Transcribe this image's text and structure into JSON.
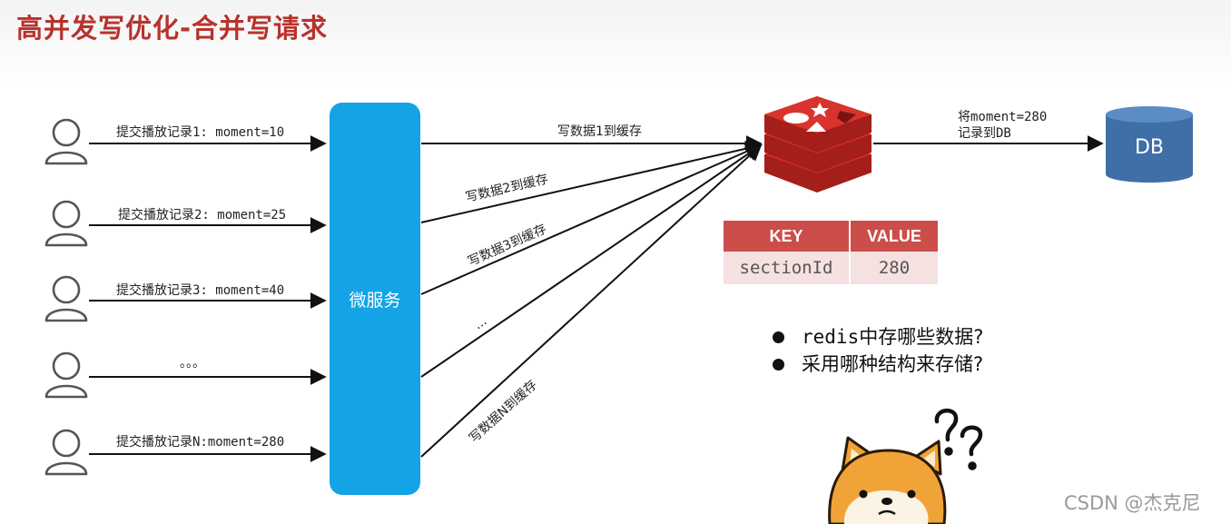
{
  "title": "高并发写优化-合并写请求",
  "users": [
    {
      "label": "提交播放记录1: moment=10"
    },
    {
      "label": "提交播放记录2: moment=25"
    },
    {
      "label": "提交播放记录3: moment=40"
    },
    {
      "label": "。。。"
    },
    {
      "label": "提交播放记录N:moment=280"
    }
  ],
  "service": {
    "label": "微服务"
  },
  "cache_writes": [
    {
      "label": "写数据1到缓存"
    },
    {
      "label": "写数据2到缓存"
    },
    {
      "label": "写数据3到缓存"
    },
    {
      "label": "..."
    },
    {
      "label": "写数据N到缓存"
    }
  ],
  "db_edge": {
    "line1": "将moment=280",
    "line2": "记录到DB"
  },
  "db": {
    "label": "DB"
  },
  "kv_table": {
    "headers": [
      "KEY",
      "VALUE"
    ],
    "row": [
      "sectionId",
      "280"
    ]
  },
  "questions": [
    {
      "mono": "redis",
      "text": "中存哪些数据?"
    },
    {
      "mono": "",
      "text": "采用哪种结构来存储?"
    }
  ],
  "watermark": "CSDN @杰克尼",
  "colors": {
    "title": "#b8322d",
    "service": "#13a3e6",
    "redis": "#d62c26",
    "db": "#3f6fa6",
    "table_header": "#cb4e4b",
    "table_cell": "#f5e1e0"
  },
  "icons": [
    "user-icon",
    "redis-logo-icon",
    "database-icon",
    "shiba-dog-icon",
    "question-marks-icon"
  ]
}
